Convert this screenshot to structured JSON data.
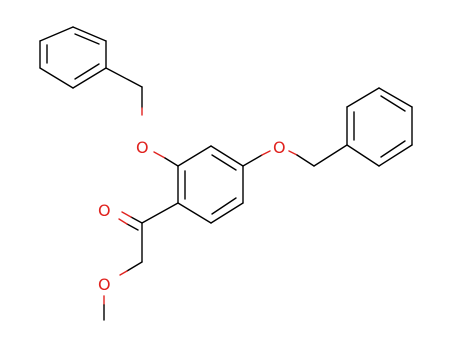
{
  "molecule": {
    "atom_labels": {
      "o_upper_ether": "O",
      "o_right_ether": "O",
      "o_carbonyl": "O",
      "o_methoxy": "O"
    }
  },
  "colors": {
    "bond": "#000000",
    "heteroatom": "#e0231f",
    "background": "#ffffff"
  }
}
